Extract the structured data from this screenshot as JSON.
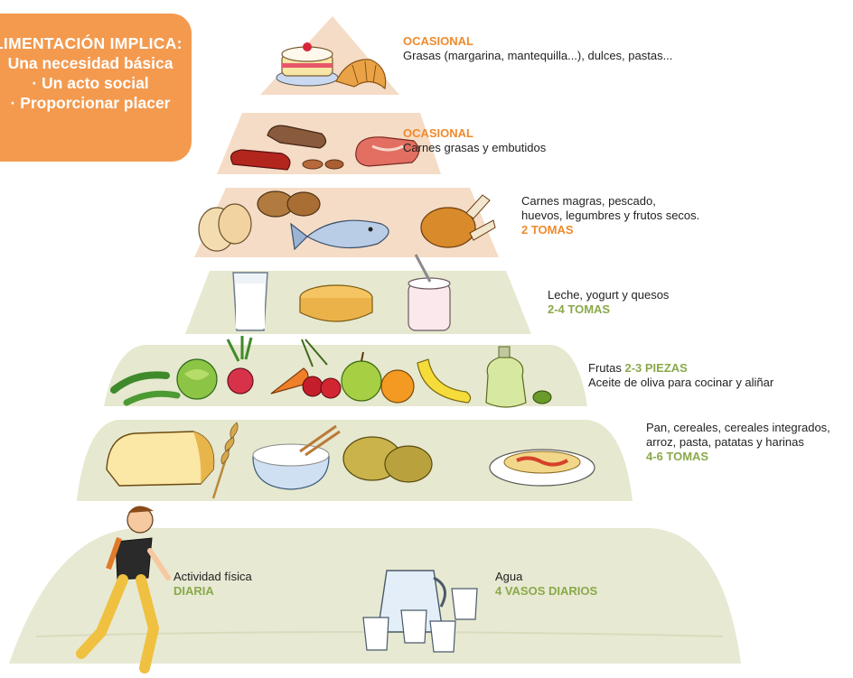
{
  "callout": {
    "title": "ALIMENTACIÓN IMPLICA:",
    "items": [
      "Una necesidad básica",
      "· Un acto social",
      "· Proporcionar placer"
    ]
  },
  "levels": [
    {
      "frequency": "OCASIONAL",
      "text": "Grasas (margarina, mantequilla...), dulces, pastas..."
    },
    {
      "frequency": "OCASIONAL",
      "text": "Carnes grasas y embutidos"
    },
    {
      "text_line1": "Carnes magras, pescado,",
      "text_line2": "huevos, legumbres y frutos secos.",
      "amount": "2 TOMAS"
    },
    {
      "text": "Leche, yogurt y quesos",
      "amount": "2-4 TOMAS"
    },
    {
      "text1": "Frutas",
      "amount": "2-3 PIEZAS",
      "text2": "Aceite de oliva para cocinar y aliñar"
    },
    {
      "text_line1": "Pan, cereales, cereales integrados,",
      "text_line2": "arroz, pasta, patatas y harinas",
      "amount": "4-6 TOMAS"
    }
  ],
  "base": {
    "activity": {
      "text": "Actividad física",
      "amount": "DIARIA"
    },
    "water": {
      "text": "Agua",
      "amount": "4 VASOS DIARIOS"
    }
  },
  "colors": {
    "accent_orange": "#f08a2c",
    "accent_green": "#8aa94a",
    "callout_bg": "#f39a4f",
    "tier_peach": "#f5dcc6",
    "tier_green": "#e6e8cf"
  }
}
